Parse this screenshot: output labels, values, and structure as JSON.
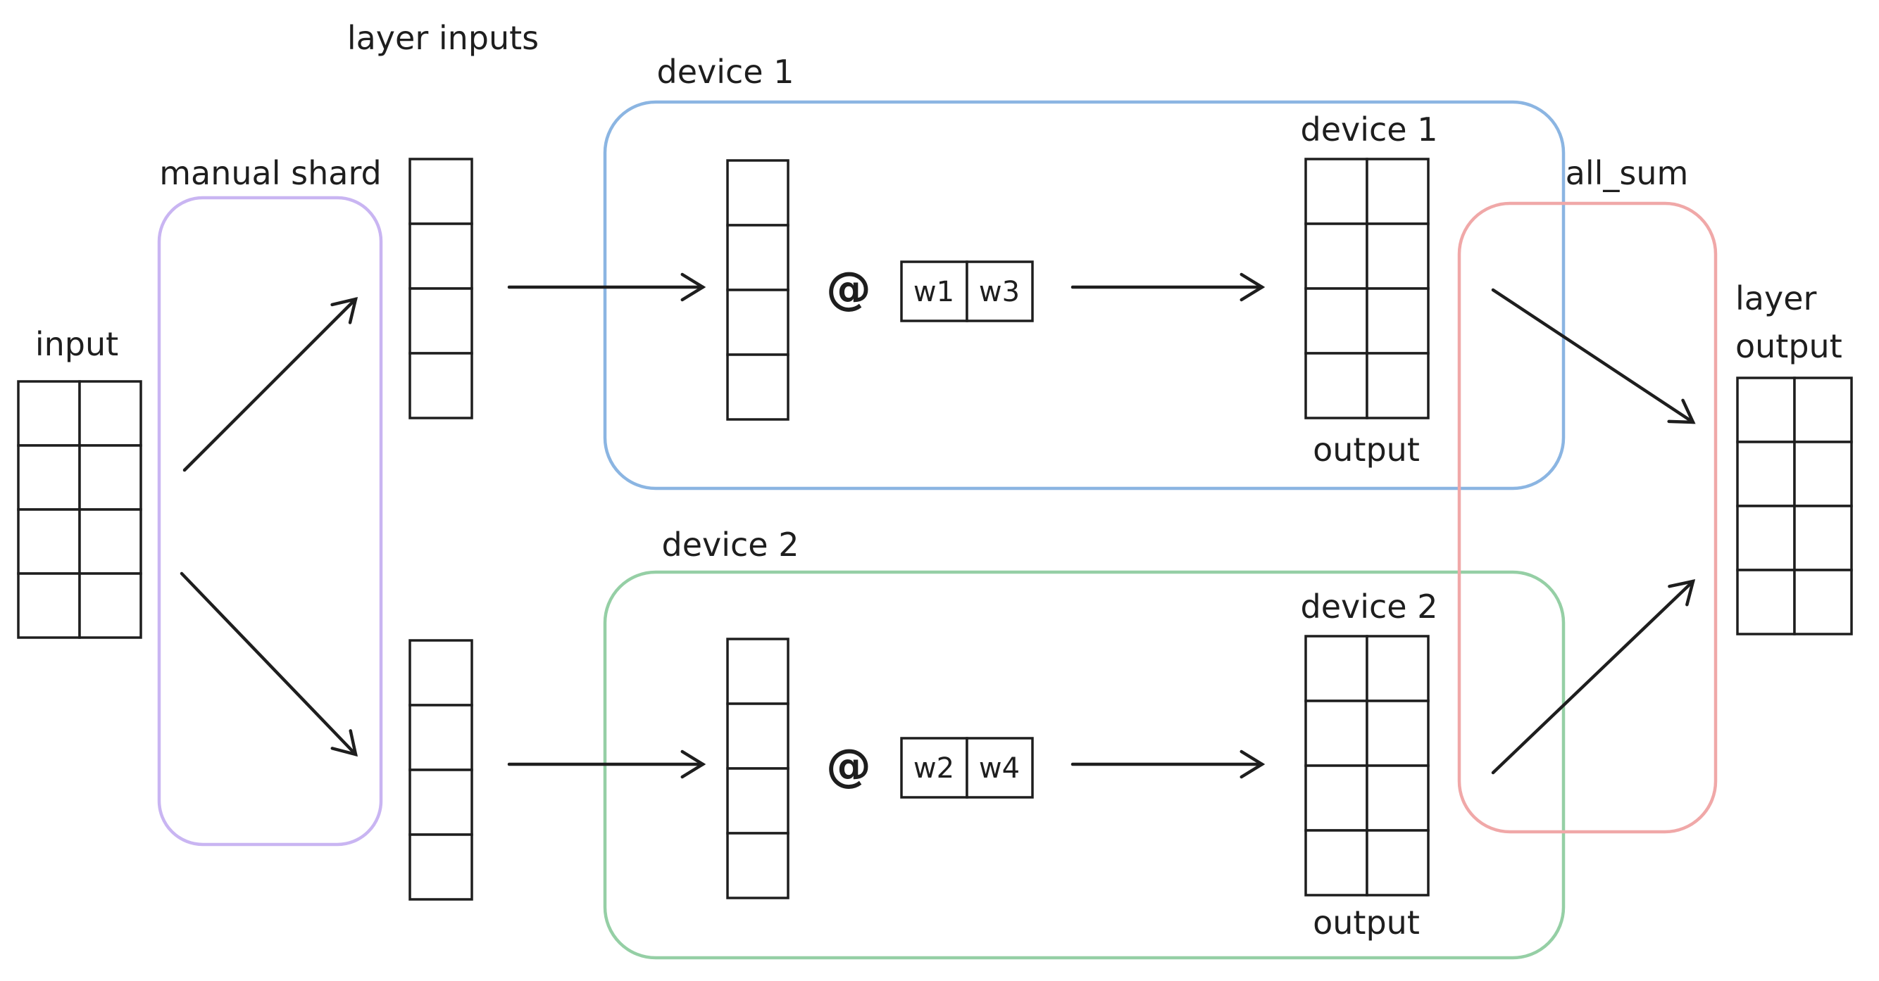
{
  "labels": {
    "layer_inputs": "layer inputs",
    "input": "input",
    "manual_shard": "manual shard",
    "all_sum": "all_sum",
    "layer_output_line1": "layer",
    "layer_output_line2": "output"
  },
  "device1": {
    "group_label": "device 1",
    "matmul_symbol": "@",
    "weight_left": "w1",
    "weight_right": "w3",
    "output_title": "device 1",
    "output_caption": "output"
  },
  "device2": {
    "group_label": "device 2",
    "matmul_symbol": "@",
    "weight_left": "w2",
    "weight_right": "w4",
    "output_title": "device 2",
    "output_caption": "output"
  },
  "colors": {
    "ink": "#1e1e1e",
    "violet_text": "#7048e8",
    "violet_stroke": "#c9b5f2",
    "blue_text": "#1c7ed6",
    "blue_stroke": "#8bb5e2",
    "green_text": "#2f9e44",
    "green_stroke": "#95cfa5",
    "red_text": "#e03131",
    "red_stroke": "#f0a8a8"
  }
}
